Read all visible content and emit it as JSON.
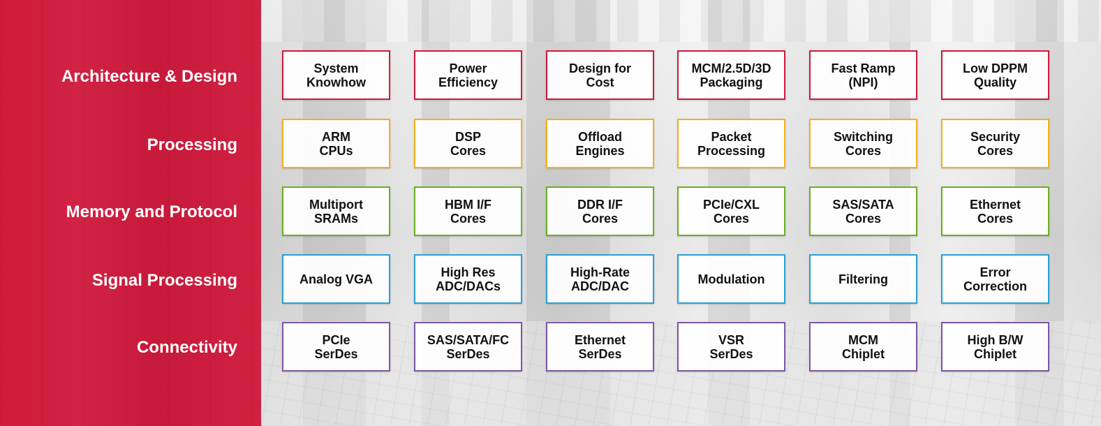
{
  "colors": {
    "panel": "#cf1a3c",
    "architecture": "#cf1a3c",
    "processing": "#f2b21b",
    "memory": "#6ab023",
    "signal": "#2a9fd6",
    "connectivity": "#7e57a6"
  },
  "rows": [
    {
      "label": "Architecture & Design",
      "color": "red",
      "cells": [
        "System\nKnowhow",
        "Power\nEfficiency",
        "Design for\nCost",
        "MCM/2.5D/3D\nPackaging",
        "Fast Ramp\n(NPI)",
        "Low DPPM\nQuality"
      ]
    },
    {
      "label": "Processing",
      "color": "orange",
      "cells": [
        "ARM\nCPUs",
        "DSP\nCores",
        "Offload\nEngines",
        "Packet\nProcessing",
        "Switching\nCores",
        "Security\nCores"
      ]
    },
    {
      "label": "Memory and Protocol",
      "color": "green",
      "cells": [
        "Multiport\nSRAMs",
        "HBM I/F\nCores",
        "DDR I/F\nCores",
        "PCIe/CXL\nCores",
        "SAS/SATA\nCores",
        "Ethernet\nCores"
      ]
    },
    {
      "label": "Signal Processing",
      "color": "blue",
      "cells": [
        "Analog VGA",
        "High Res\nADC/DACs",
        "High-Rate\nADC/DAC",
        "Modulation",
        "Filtering",
        "Error\nCorrection"
      ]
    },
    {
      "label": "Connectivity",
      "color": "purple",
      "cells": [
        "PCIe\nSerDes",
        "SAS/SATA/FC\nSerDes",
        "Ethernet\nSerDes",
        "VSR\nSerDes",
        "MCM\nChiplet",
        "High B/W\nChiplet"
      ]
    }
  ]
}
